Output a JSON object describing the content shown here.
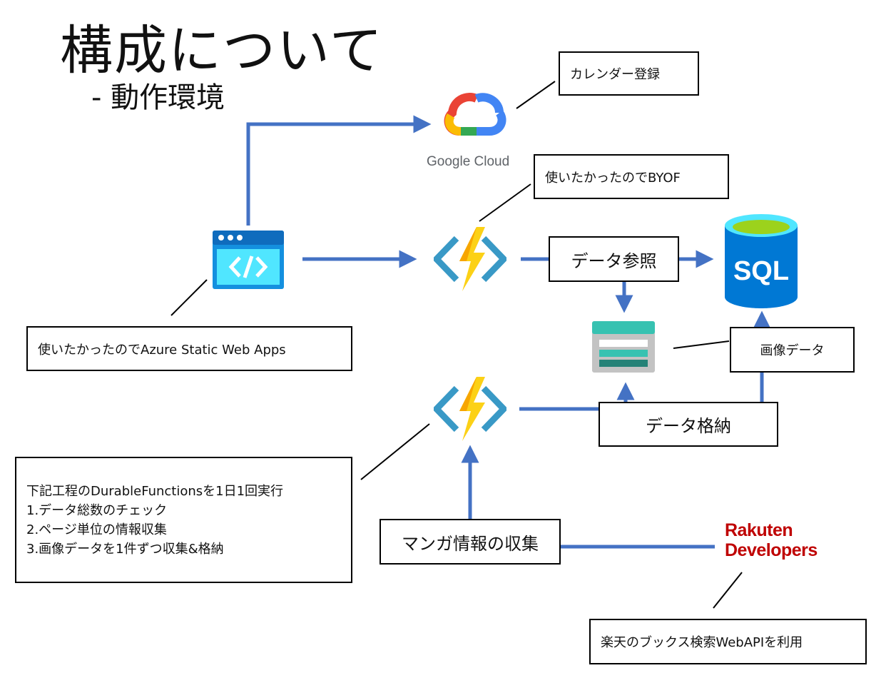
{
  "title": "構成について",
  "subtitle": "- 動作環境",
  "google_cloud": {
    "label": "Google Cloud",
    "icon": "google-cloud-icon"
  },
  "rakuten": {
    "line1": "Rakuten",
    "line2": "Developers",
    "color": "#bf0000"
  },
  "sql_icon": {
    "label": "SQL",
    "icon": "azure-sql-database-icon"
  },
  "web_app_icon": "static-web-app-icon",
  "functions_icon": "azure-functions-icon",
  "storage_icon": "storage-account-icon",
  "boxes": {
    "calendar": "カレンダー登録",
    "byof": "使いたかったのでBYOF",
    "swa": "使いたかったのでAzure Static Web Apps",
    "data_ref": "データ参照",
    "image_data": "画像データ",
    "data_store": "データ格納",
    "manga": "マンガ情報の収集",
    "rakuten_api": "楽天のブックス検索WebAPIを利用"
  },
  "durable": [
    "下記工程のDurableFunctionsを1日1回実行",
    "1.データ総数のチェック",
    "2.ページ単位の情報収集",
    "3.画像データを1件ずつ収集&格納"
  ],
  "colors": {
    "arrow": "#4472c4",
    "cloud_red": "#ea4335",
    "cloud_yellow": "#fbbc04",
    "cloud_green": "#34a853",
    "cloud_blue": "#4285f4",
    "sql_blue": "#0078d4",
    "bolt": "#fcd116",
    "functions_blue": "#3999c6"
  }
}
